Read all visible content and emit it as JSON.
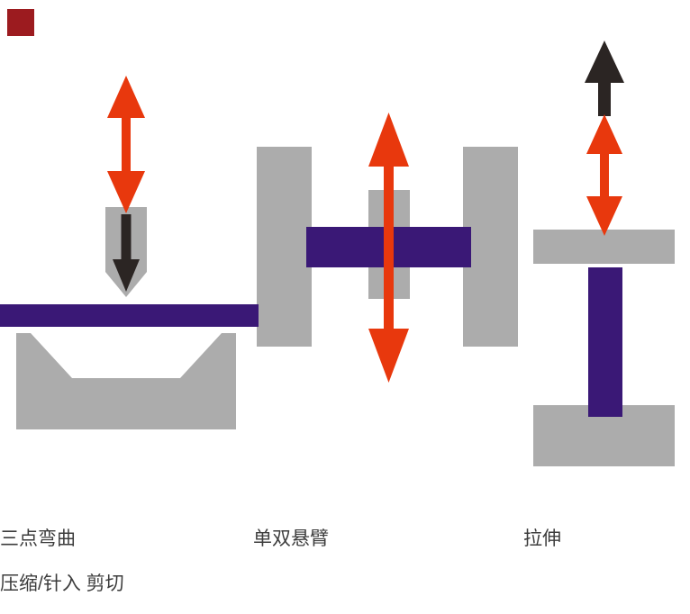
{
  "colors": {
    "background": "#ffffff",
    "orange": "#e8380d",
    "purple": "#3a1876",
    "gray": "#acacac",
    "black": "#2b2523",
    "darkred": "#9c1b1f",
    "text": "#3c3c3c"
  },
  "labels": {
    "bending": "三点弯曲",
    "cantilever": "单双悬臂",
    "tension": "拉伸",
    "compression_shear": "压缩/针入 剪切"
  },
  "icons": {
    "red_double_arrow": "vertical double-headed arrow (oscillating load)",
    "black_down_arrow": "downward arrow (static load)",
    "black_up_arrow": "upward arrow (static load)"
  }
}
